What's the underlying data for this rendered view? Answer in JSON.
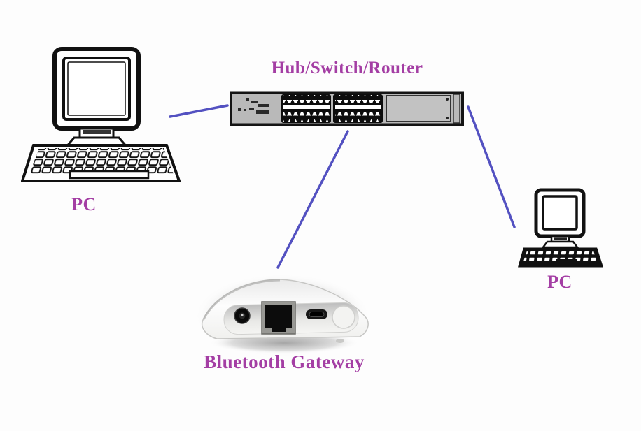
{
  "diagram": {
    "background_color": "#fdfdfd",
    "label_color": "#a43ea4",
    "cable_color": "#5351c1",
    "device_outline_color": "#141414",
    "switch_body_color": "#b9b9b9",
    "nodes": [
      {
        "id": "pc-left",
        "label": "PC",
        "icon": "desktop-pc-icon"
      },
      {
        "id": "hub-switch-router",
        "label": "Hub/Switch/Router",
        "icon": "network-switch-icon"
      },
      {
        "id": "pc-right",
        "label": "PC",
        "icon": "desktop-pc-icon"
      },
      {
        "id": "bluetooth-gateway",
        "label": "Bluetooth Gateway",
        "icon": "bluetooth-gateway-icon"
      }
    ],
    "connections": [
      {
        "from": "pc-left",
        "to": "hub-switch-router"
      },
      {
        "from": "hub-switch-router",
        "to": "bluetooth-gateway"
      },
      {
        "from": "hub-switch-router",
        "to": "pc-right"
      }
    ]
  }
}
